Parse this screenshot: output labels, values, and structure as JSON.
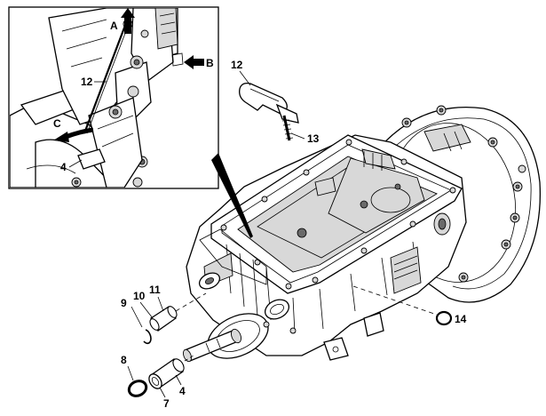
{
  "callouts": {
    "inset_12": "12",
    "inset_4": "4",
    "inset_A": "A",
    "inset_B": "B",
    "inset_C": "C",
    "part_12": "12",
    "part_13": "13",
    "part_14": "14",
    "part_9": "9",
    "part_10": "10",
    "part_11": "11",
    "part_8": "8",
    "part_7": "7",
    "part_4": "4"
  },
  "colors": {
    "line": "#000000",
    "background": "#ffffff",
    "shade": "#d8d8d8",
    "dark_shade": "#6a6a6a"
  }
}
